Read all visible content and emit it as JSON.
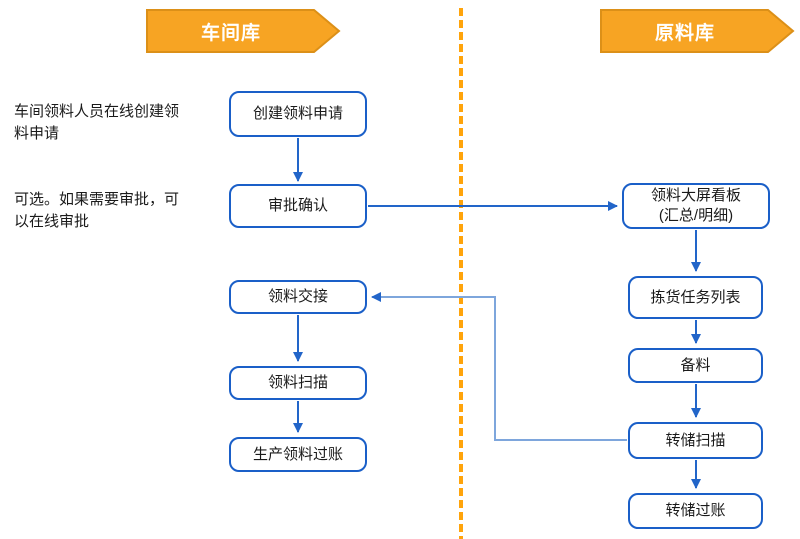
{
  "lanes": [
    {
      "id": "workshop",
      "label": "车间库"
    },
    {
      "id": "raw-material",
      "label": "原料库"
    }
  ],
  "annotations": [
    {
      "text": "车间领料人员在线创建领\n料申请"
    },
    {
      "text": "可选。如果需要审批，可\n以在线审批"
    }
  ],
  "nodes": {
    "create_request": {
      "label": "创建领料申请"
    },
    "approval_confirm": {
      "label": "审批确认"
    },
    "material_handover": {
      "label": "领料交接"
    },
    "material_scan": {
      "label": "领料扫描"
    },
    "production_posting": {
      "label": "生产领料过账"
    },
    "dashboard": {
      "label": "领料大屏看板\n(汇总/明细)"
    },
    "picking_task_list": {
      "label": "拣货任务列表"
    },
    "material_prep": {
      "label": "备料"
    },
    "transfer_scan": {
      "label": "转储扫描"
    },
    "transfer_posting": {
      "label": "转储过账"
    }
  },
  "edges": [
    {
      "from": "create_request",
      "to": "approval_confirm"
    },
    {
      "from": "approval_confirm",
      "to": "dashboard"
    },
    {
      "from": "dashboard",
      "to": "picking_task_list"
    },
    {
      "from": "picking_task_list",
      "to": "material_prep"
    },
    {
      "from": "material_prep",
      "to": "transfer_scan"
    },
    {
      "from": "transfer_scan",
      "to": "transfer_posting"
    },
    {
      "from": "transfer_scan",
      "to": "material_handover"
    },
    {
      "from": "material_handover",
      "to": "material_scan"
    },
    {
      "from": "material_scan",
      "to": "production_posting"
    }
  ],
  "colors": {
    "banner_fill": "#F7A423",
    "banner_border": "#DC9018",
    "box_border": "#1A5FC8",
    "arrow": "#2265C9",
    "return_line": "#7EA6DC",
    "divider": "#FFA40B",
    "text": "#1A1A1A"
  }
}
